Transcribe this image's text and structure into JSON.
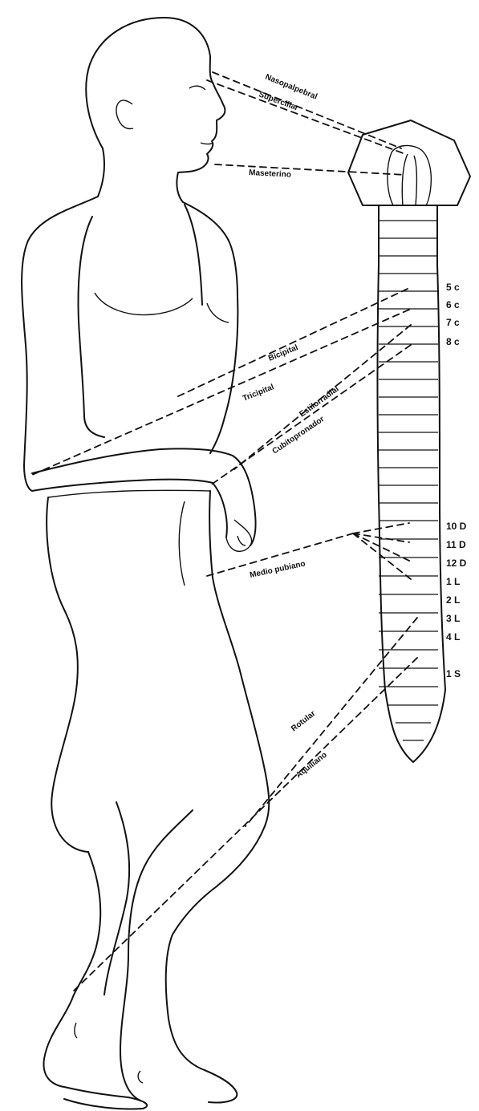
{
  "reflexes": {
    "nasopalpebral": "Nasopalpebral",
    "superciliar": "Superciliar",
    "maseterino": "Maseterino",
    "bicipital": "Bicipital",
    "tricipital": "Tricipital",
    "estilorradial": "Estilorradial",
    "cubitopronador": "Cubitopronador",
    "medio_pubiano": "Medio pubiano",
    "rotular": "Rotular",
    "aquiliano": "Aquiliano"
  },
  "segments": {
    "c5": "5 c",
    "c6": "6 c",
    "c7": "7 c",
    "c8": "8 c",
    "d10": "10 D",
    "d11": "11 D",
    "d12": "12 D",
    "l1": "1 L",
    "l2": "2 L",
    "l3": "3 L",
    "l4": "4 L",
    "s1": "1 S"
  }
}
